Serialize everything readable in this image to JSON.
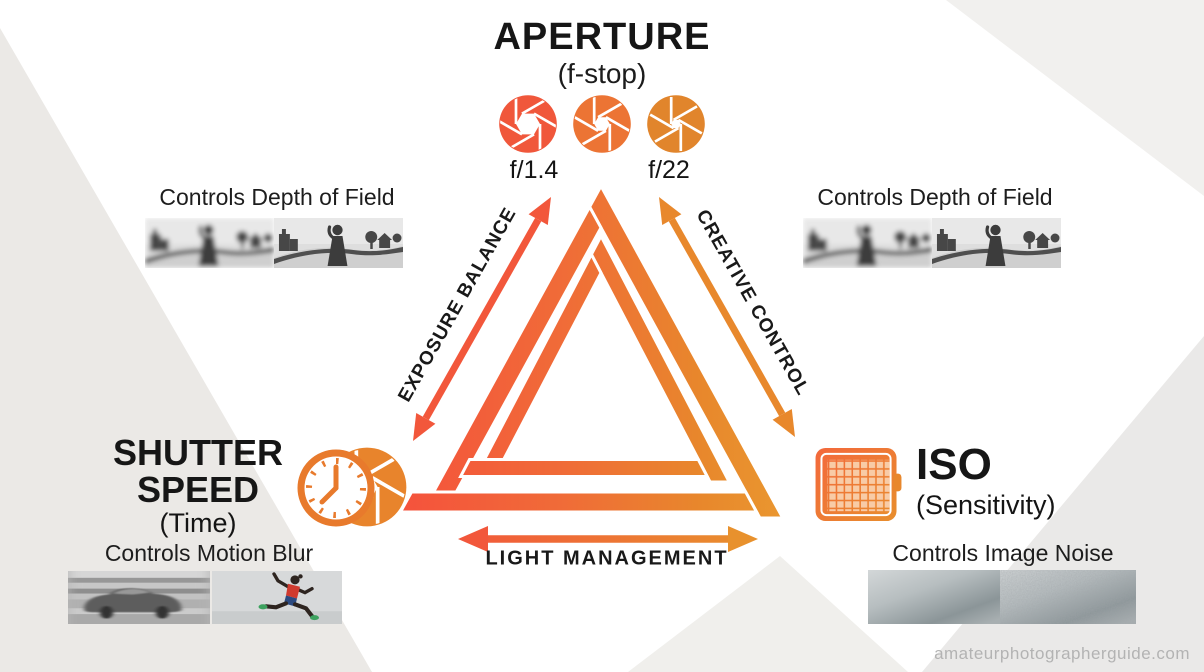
{
  "watermark": "amateurphotographerguide.com",
  "aperture": {
    "title": "APERTURE",
    "subtitle": "(f-stop)",
    "wide_label": "f/1.4",
    "narrow_label": "f/22",
    "caption_left": "Controls Depth of Field",
    "caption_right": "Controls Depth of Field"
  },
  "shutter_speed": {
    "title_line1": "SHUTTER",
    "title_line2": "SPEED",
    "subtitle": "(Time)",
    "caption": "Controls Motion Blur"
  },
  "iso": {
    "title": "ISO",
    "subtitle": "(Sensitivity)",
    "caption": "Controls Image Noise"
  },
  "triangle_edges": {
    "left": "EXPOSURE BALANCE",
    "right": "CREATIVE CONTROL",
    "bottom": "LIGHT MANAGEMENT"
  },
  "colors": {
    "orange_red": "#F2573B",
    "orange": "#E8862C",
    "orange_yellow": "#EA9A30",
    "text_black": "#141414",
    "watermark_gray": "#b3b3b3"
  }
}
